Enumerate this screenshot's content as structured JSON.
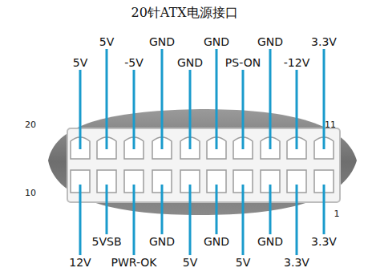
{
  "diagram": {
    "title": "20针ATX电源接口",
    "labels": [
      "5V",
      "GND",
      "GND",
      "GND",
      "3.3V",
      "5V",
      "-5V",
      "GND",
      "PS-ON",
      "-12V",
      "20",
      "11",
      "10",
      "1",
      "5VSB",
      "GND",
      "GND",
      "GND",
      "3.3V",
      "12V",
      "PWR-OK",
      "5V",
      "5V",
      "3.3V"
    ]
  }
}
